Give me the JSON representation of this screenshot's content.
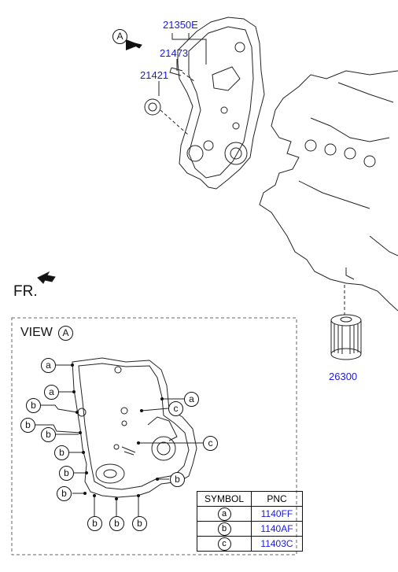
{
  "callouts": {
    "cover_part": "21350E",
    "bolt_part": "21473",
    "seal_part": "21421",
    "filter_part": "26300"
  },
  "view_ref_letter": "A",
  "front_label": "FR.",
  "view_title": "VIEW",
  "view_letter": "A",
  "table": {
    "header_symbol": "SYMBOL",
    "header_pnc": "PNC",
    "rows": [
      {
        "symbol": "a",
        "pnc": "1140FF"
      },
      {
        "symbol": "b",
        "pnc": "1140AF"
      },
      {
        "symbol": "c",
        "pnc": "11403C"
      }
    ]
  },
  "bolt_labels": [
    "a",
    "a",
    "a",
    "b",
    "b",
    "b",
    "b",
    "b",
    "b",
    "b",
    "b",
    "b",
    "b",
    "c",
    "c"
  ]
}
